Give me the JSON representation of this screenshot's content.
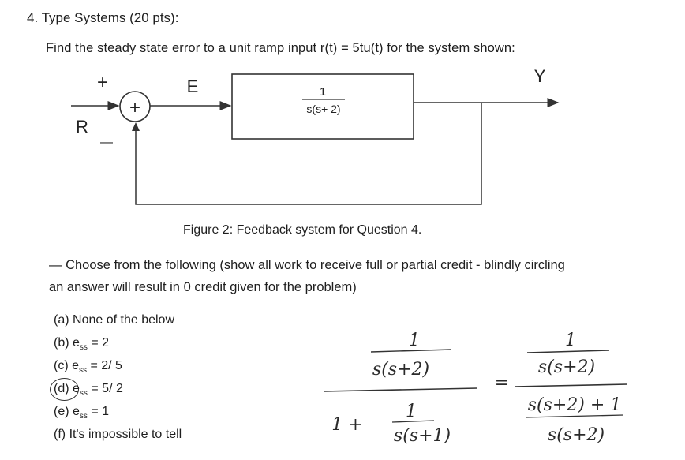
{
  "question": {
    "title": "4. Type Systems (20 pts):",
    "prompt": "Find the steady state error to a unit ramp input r(t) = 5tu(t) for the system shown:"
  },
  "diagram": {
    "plus_sign": "+",
    "minus_sign": "—",
    "summing_symbol": "+",
    "label_R": "R",
    "label_E": "E",
    "label_Y": "Y",
    "tf_numerator": "1",
    "tf_denominator": "s(s+ 2)"
  },
  "caption": "Figure 2: Feedback system for Question 4.",
  "instructions": {
    "line1": "— Choose from the following (show all work to receive full or partial credit - blindly circling",
    "line2": "an answer will result in 0 credit given for the problem)"
  },
  "options": {
    "a": {
      "letter": "(a)",
      "text": "None of the below"
    },
    "b": {
      "letter": "(b)",
      "var": "e",
      "sub": "ss",
      "text": "= 2"
    },
    "c": {
      "letter": "(c)",
      "var": "e",
      "sub": "ss",
      "text": "= 2/ 5"
    },
    "d": {
      "letter": "(d)",
      "var": "e",
      "sub": "ss",
      "text": "= 5/ 2",
      "circled": true
    },
    "e": {
      "letter": "(e)",
      "var": "e",
      "sub": "ss",
      "text": "= 1"
    },
    "f": {
      "letter": "(f)",
      "text": "It's impossible to tell"
    }
  },
  "handwriting": {
    "left_num_num": "1",
    "left_num_den": "s(s+2)",
    "left_den_prefix": "1 +",
    "left_den_num": "1",
    "left_den_den": "s(s+1)",
    "equals": "=",
    "right_num_num": "1",
    "right_num_den": "s(s+2)",
    "right_den_top": "s(s+2) + 1",
    "right_den_bot": "s(s+2)"
  }
}
